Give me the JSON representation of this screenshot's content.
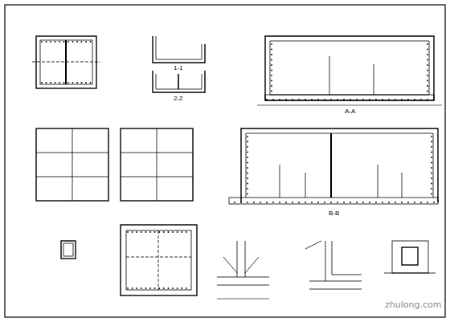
{
  "diagram": {
    "labels": [
      "1-1",
      "2-2",
      "A-A",
      "B-B",
      "zhulong.com"
    ]
  }
}
